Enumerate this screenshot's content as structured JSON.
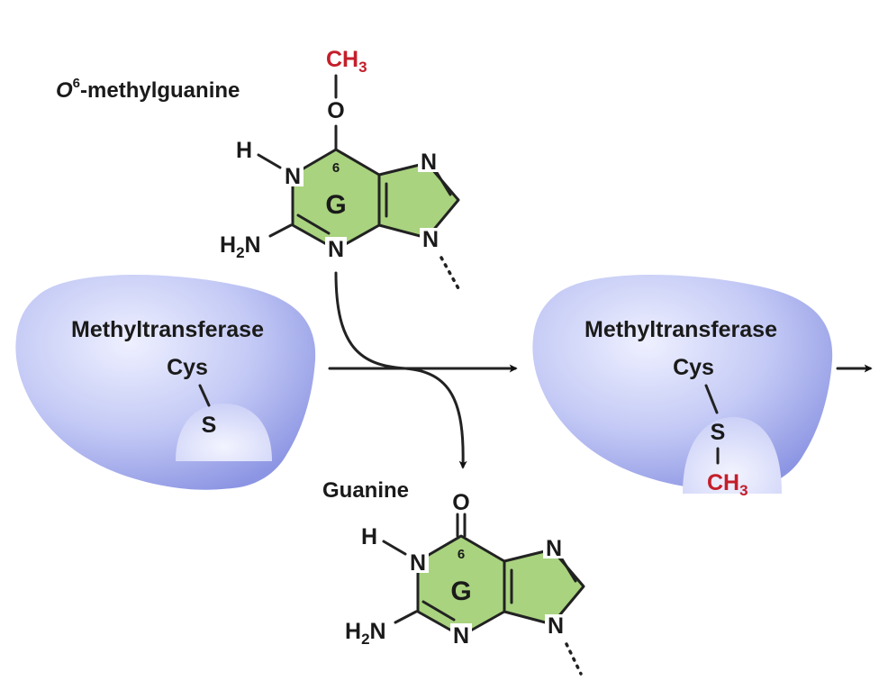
{
  "colors": {
    "ring_fill": "#a9d37f",
    "enzyme_light": "#eef0ff",
    "enzyme_dark": "#8c95e3",
    "methyl_red": "#c41e2a"
  },
  "top_molecule": {
    "name_sup": "6",
    "name_rest": "-methylguanine",
    "name_italic": "O",
    "methyl": "CH",
    "methyl_sub": "3",
    "oxygen": "O",
    "ring_letter": "G",
    "position": "6",
    "n1": "N",
    "n3": "N",
    "n7": "N",
    "n9": "N",
    "h": "H",
    "amine": "H",
    "amine_sub": "2",
    "amine_n": "N"
  },
  "left_enzyme": {
    "title": "Methyltransferase",
    "cys": "Cys",
    "s": "S"
  },
  "right_enzyme": {
    "title": "Methyltransferase",
    "cys": "Cys",
    "s": "S",
    "methyl": "CH",
    "methyl_sub": "3"
  },
  "bottom_molecule": {
    "name": "Guanine",
    "oxygen": "O",
    "ring_letter": "G",
    "position": "6",
    "n1": "N",
    "n3": "N",
    "n7": "N",
    "n9": "N",
    "h": "H",
    "amine": "H",
    "amine_sub": "2",
    "amine_n": "N"
  }
}
